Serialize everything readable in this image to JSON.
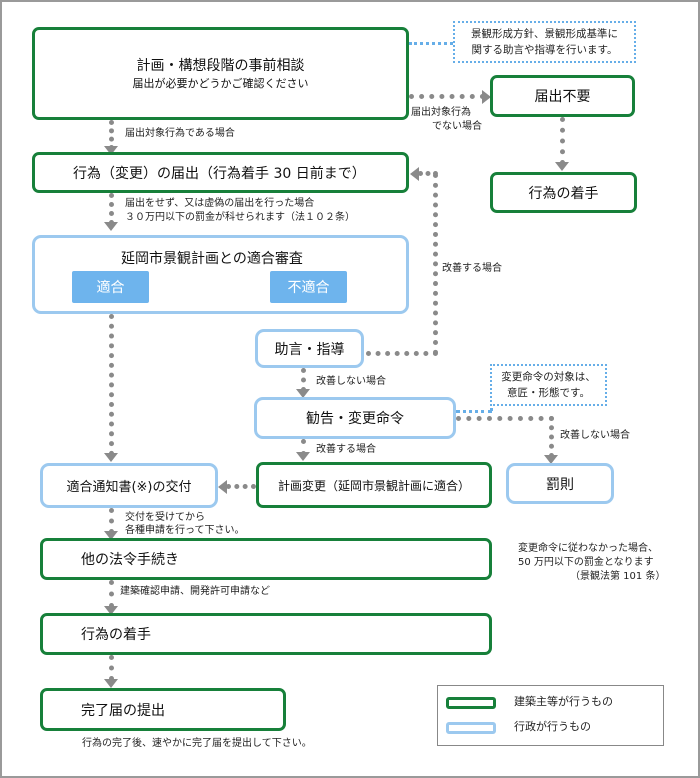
{
  "boxes": {
    "consult_title": "計画・構想段階の事前相談",
    "consult_sub": "届出が必要かどうかご確認ください",
    "not_required": "届出不要",
    "start_right": "行為の着手",
    "notification": "行為（変更）の届出（行為着手 30 日前まで）",
    "review": "延岡市景観計画との適合審査",
    "conform": "適合",
    "nonconform": "不適合",
    "advice": "助言・指導",
    "recommend": "勧告・変更命令",
    "notice_issue": "適合通知書(※)の交付",
    "plan_change": "計画変更（延岡市景観計画に適合）",
    "penalty": "罰則",
    "other_procedures": "他の法令手続き",
    "start_main": "行為の着手",
    "completion": "完了届の提出"
  },
  "callouts": {
    "guidance_line1": "景観形成方針、景観形成基準に",
    "guidance_line2": "関する助言や指導を行います。",
    "order_target_line1": "変更命令の対象は、",
    "order_target_line2": "意匠・形態です。"
  },
  "notes": {
    "applicable": "届出対象行為である場合",
    "not_applicable_line1": "届出対象行為",
    "not_applicable_line2": "でない場合",
    "false_report_line1": "届出をせず、又は虚偽の届出を行った場合",
    "false_report_line2": "３０万円以下の罰金が科せられます（法１０２条）",
    "improve_right": "改善する場合",
    "not_improve_1": "改善しない場合",
    "improve_2": "改善する場合",
    "not_improve_2": "改善しない場合",
    "after_issue_line1": "交付を受けてから",
    "after_issue_line2": "各種申請を行って下さい。",
    "disobey_line1": "変更命令に従わなかった場合、",
    "disobey_line2": "50 万円以下の罰金となります",
    "disobey_line3": "（景観法第 101 条）",
    "building_confirm": "建築確認申請、開発許可申請など",
    "completion_note": "行為の完了後、速やかに完了届を提出して下さい。"
  },
  "legend": {
    "owner_label": "建築主等が行うもの",
    "admin_label": "行政が行うもの"
  },
  "colors": {
    "owner_border": "#17803a",
    "admin_border": "#9cc9ef",
    "badge_fill": "#6eb4ed",
    "connector": "#8a8a8a",
    "callout_border": "#66aee8"
  }
}
